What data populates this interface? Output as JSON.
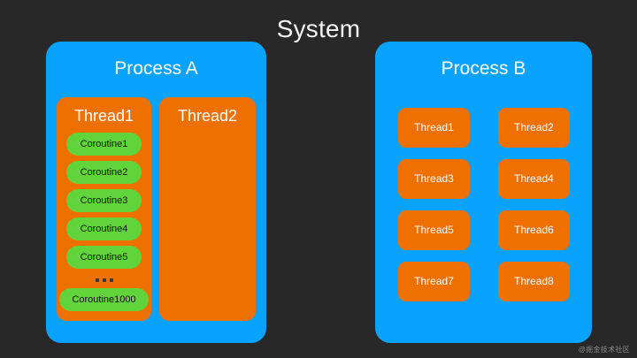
{
  "diagram": {
    "title": "System",
    "background_color": "#282828",
    "process_color": "#09A2FC",
    "thread_color": "#ED7000",
    "coroutine_color": "#60D43A"
  },
  "process_a": {
    "title": "Process A",
    "threads": [
      {
        "label": "Thread1",
        "coroutines": [
          "Coroutine1",
          "Coroutine2",
          "Coroutine3",
          "Coroutine4",
          "Coroutine5"
        ],
        "ellipsis": "...",
        "last_coroutine": "Coroutine1000"
      },
      {
        "label": "Thread2",
        "coroutines": []
      }
    ]
  },
  "process_b": {
    "title": "Process B",
    "threads": [
      "Thread1",
      "Thread2",
      "Thread3",
      "Thread4",
      "Thread5",
      "Thread6",
      "Thread7",
      "Thread8"
    ]
  },
  "watermark": {
    "text": "@掘金技术社区"
  }
}
